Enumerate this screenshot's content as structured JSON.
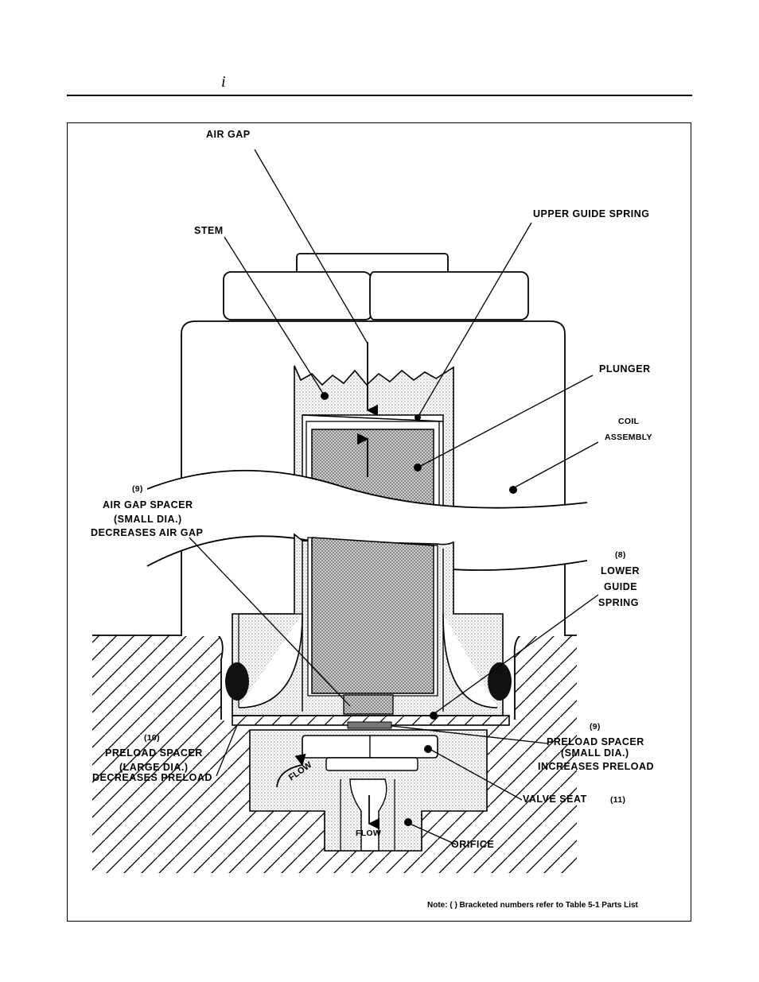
{
  "header": {
    "mark": "i"
  },
  "labels": {
    "air_gap": "AIR GAP",
    "upper_guide_spring": "UPPER GUIDE SPRING",
    "stem": "STEM",
    "plunger": "PLUNGER",
    "coil_assembly_1": "COIL",
    "coil_assembly_2": "ASSEMBLY",
    "air_gap_spacer_num": "(9)",
    "air_gap_spacer_1": "AIR GAP SPACER",
    "air_gap_spacer_2": "(SMALL DIA.)",
    "air_gap_spacer_3": "DECREASES AIR GAP",
    "lower_guide_num": "(8)",
    "lower_guide_1": "LOWER",
    "lower_guide_2": "GUIDE",
    "lower_guide_3": "SPRING",
    "preload_large_num": "(10)",
    "preload_large_1": "PRELOAD SPACER",
    "preload_large_2": "(LARGE DIA.)",
    "preload_large_3": "DECREASES PRELOAD",
    "preload_small_num": "(9)",
    "preload_small_1": "PRELOAD SPACER",
    "preload_small_2": "(SMALL DIA.)",
    "preload_small_3": "INCREASES PRELOAD",
    "valve_seat": "VALVE SEAT",
    "valve_seat_num": "(11)",
    "orifice": "ORIFICE",
    "flow_inlet": "FLOW",
    "flow_outlet": "FLOW"
  },
  "note": "Note: ( ) Bracketed numbers refer to Table 5-1 Parts List"
}
